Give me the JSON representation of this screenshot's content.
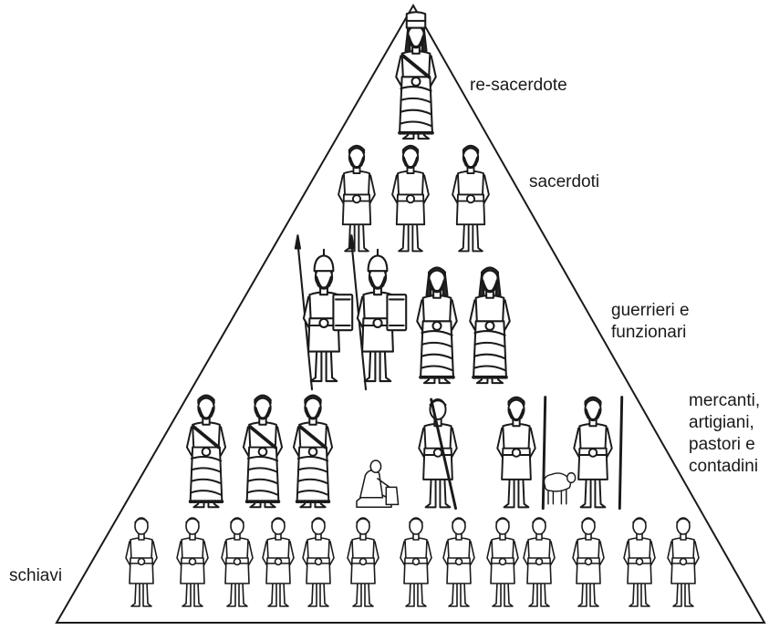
{
  "pyramid": {
    "levels": [
      {
        "id": "king",
        "label_lines": [
          "re-sacerdote"
        ],
        "figures": [
          {
            "kind": "king"
          }
        ]
      },
      {
        "id": "priests",
        "label_lines": [
          "sacerdoti"
        ],
        "figures": [
          {
            "kind": "priest"
          },
          {
            "kind": "priest"
          },
          {
            "kind": "priest"
          }
        ]
      },
      {
        "id": "warriors",
        "label_lines": [
          "guerrieri e",
          "funzionari"
        ],
        "figures": [
          {
            "kind": "warrior"
          },
          {
            "kind": "warrior"
          },
          {
            "kind": "official"
          },
          {
            "kind": "official"
          }
        ]
      },
      {
        "id": "merchants",
        "label_lines": [
          "mercanti,",
          "artigiani,",
          "pastori e",
          "contadini"
        ],
        "figures": [
          {
            "kind": "merchant"
          },
          {
            "kind": "merchant"
          },
          {
            "kind": "merchant"
          },
          {
            "kind": "artisan"
          },
          {
            "kind": "farmer"
          },
          {
            "kind": "shepherd"
          },
          {
            "kind": "sheep"
          },
          {
            "kind": "shepherd"
          }
        ]
      },
      {
        "id": "slaves",
        "label_lines": [
          "schiavi"
        ],
        "figures": [
          {
            "kind": "slave"
          },
          {
            "kind": "slave"
          },
          {
            "kind": "slave"
          },
          {
            "kind": "slave"
          },
          {
            "kind": "slave"
          },
          {
            "kind": "slave"
          },
          {
            "kind": "slave"
          },
          {
            "kind": "slave"
          },
          {
            "kind": "slave"
          },
          {
            "kind": "slave"
          },
          {
            "kind": "slave"
          },
          {
            "kind": "slave"
          },
          {
            "kind": "slave"
          }
        ]
      }
    ]
  },
  "colors": {
    "line": "#1a1a1a",
    "fill": "#ffffff",
    "hair": "#2a2a2a"
  }
}
